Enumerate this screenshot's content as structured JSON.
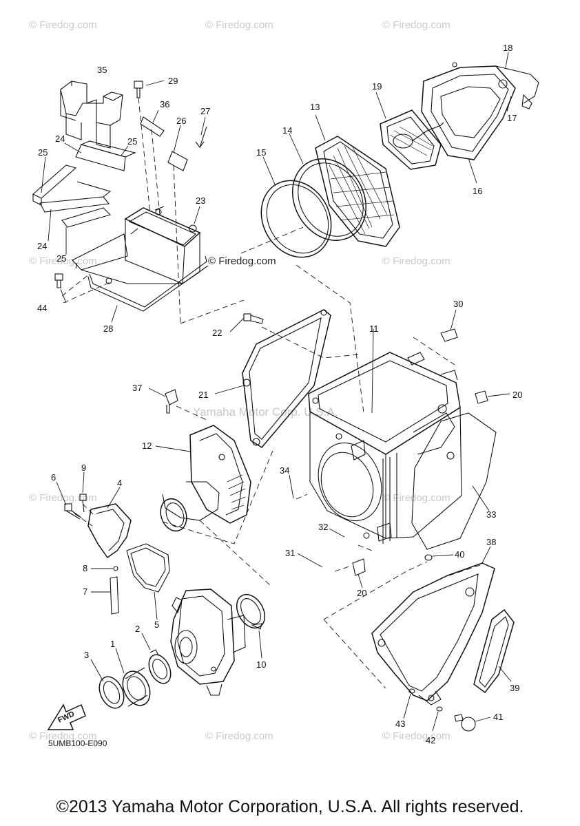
{
  "watermark": "© Firedog.com",
  "center_watermark": "Yamaha Motor Corp. U.S.A.",
  "diagram_code": "5UMB100-E090",
  "fwd_label": "FWD",
  "copyright": "©2013 Yamaha Motor Corporation, U.S.A. All rights reserved.",
  "part_numbers": [
    "35",
    "29",
    "36",
    "27",
    "26",
    "24",
    "25",
    "25",
    "23",
    "24",
    "25",
    "44",
    "28",
    "13",
    "14",
    "15",
    "19",
    "18",
    "17",
    "16",
    "11",
    "30",
    "22",
    "21",
    "37",
    "20",
    "12",
    "6",
    "9",
    "4",
    "34",
    "33",
    "8",
    "7",
    "5",
    "32",
    "31",
    "20",
    "40",
    "38",
    "2",
    "1",
    "3",
    "10",
    "39",
    "43",
    "42",
    "41"
  ]
}
